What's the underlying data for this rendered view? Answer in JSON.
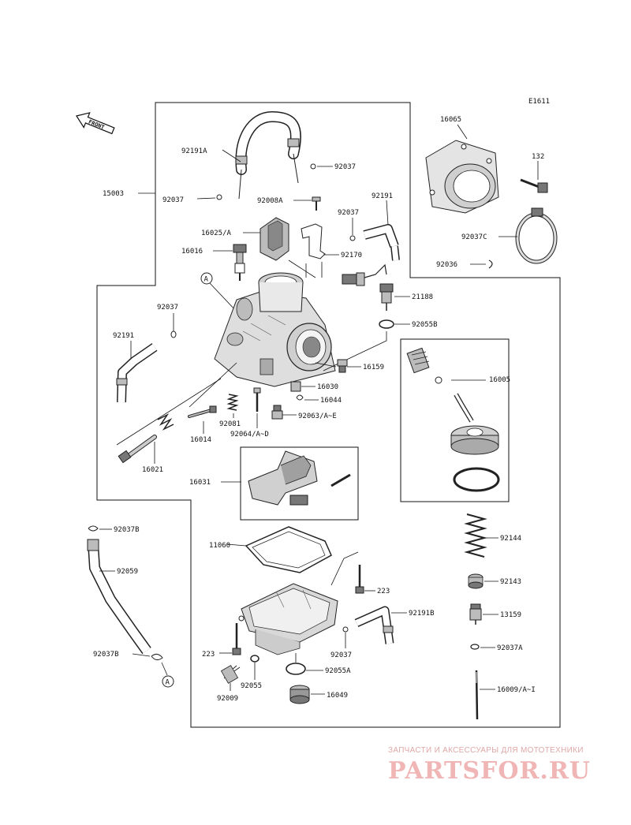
{
  "diagram_code": "E1611",
  "front_label": "FRONT",
  "callout_a": "A",
  "watermark": {
    "caption": "ЗАПЧАСТИ И АКСЕССУАРЫ ДЛЯ МОТОТЕХНИКИ",
    "logo": "PARTSFOR.RU"
  },
  "labels": {
    "p15003": "15003",
    "p92191a": "92191A",
    "p92037_a": "92037",
    "p92037_b": "92037",
    "p92008a": "92008A",
    "p92191_top": "92191",
    "p92037_c": "92037",
    "p16025a": "16025/A",
    "p16016": "16016",
    "p92170": "92170",
    "p21188": "21188",
    "p92055b": "92055B",
    "p92037_d": "92037",
    "p92191_left": "92191",
    "p16159": "16159",
    "p16030": "16030",
    "p16044": "16044",
    "p92063": "92063/A~E",
    "p92081": "92081",
    "p92064": "92064/A~D",
    "p16014": "16014",
    "p16021": "16021",
    "p16031": "16031",
    "p16065": "16065",
    "p132": "132",
    "p92037c": "92037C",
    "p92036": "92036",
    "p16005": "16005",
    "p92037b_top": "92037B",
    "p92059": "92059",
    "p92037b_bot": "92037B",
    "p11060": "11060",
    "p223_top": "223",
    "p92191b": "92191B",
    "p223_bot": "223",
    "p92037_e": "92037",
    "p92055": "92055",
    "p92055a": "92055A",
    "p92009": "92009",
    "p16049": "16049",
    "p92144": "92144",
    "p92143": "92143",
    "p13159": "13159",
    "p92037a": "92037A",
    "p16009": "16009/A~I"
  }
}
